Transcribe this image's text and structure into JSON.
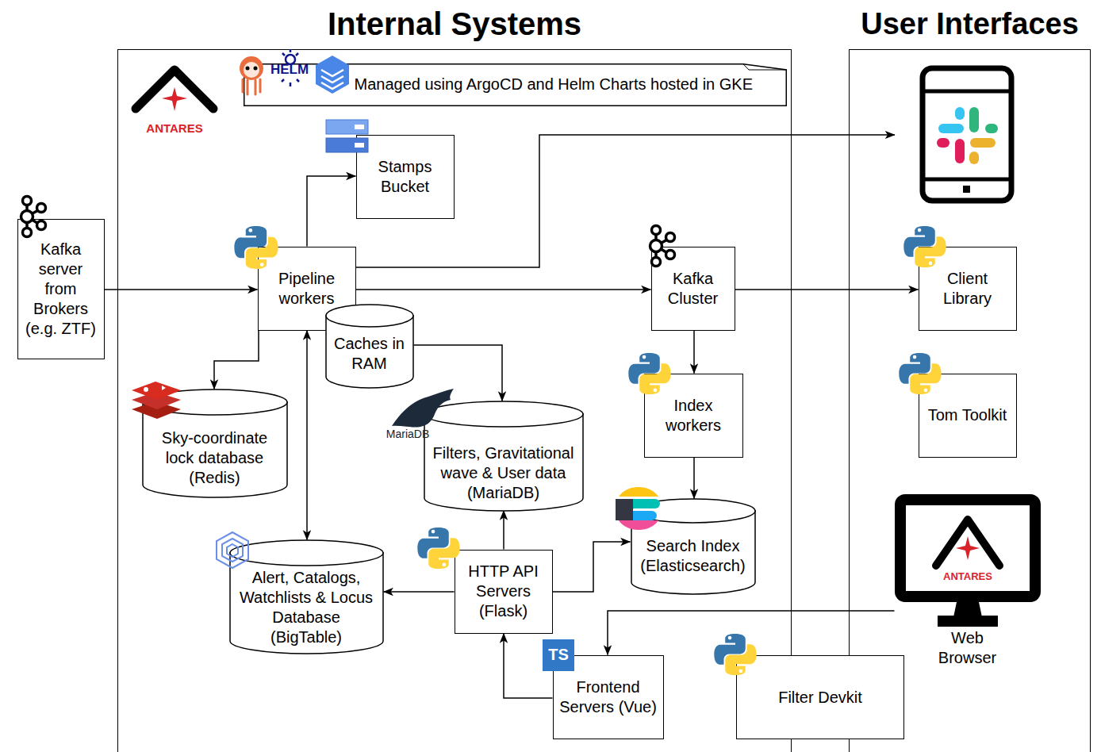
{
  "diagram": {
    "nodes": [
      {
        "text": [
          "Internal Systems"
        ]
      },
      {
        "text": [
          "User Interfaces"
        ]
      },
      {
        "text": [
          "Managed using ArgoCD and Helm Charts hosted in GKE"
        ],
        "in": 0
      },
      {
        "text": [
          "Kafka server from Brokers (e.g. ZTF)"
        ]
      },
      {
        "text": [
          "Stamps Bucket"
        ],
        "in": 0
      },
      {
        "text": [
          "Pipeline workers"
        ],
        "in": 0
      },
      {
        "text": [
          "Caches in RAM"
        ],
        "in": 0
      },
      {
        "text": [
          "Kafka Cluster"
        ],
        "in": 0
      },
      {
        "text": [
          "Sky-coordinate lock database (Redis)"
        ],
        "in": 0
      },
      {
        "text": [
          "Filters, Gravitational wave & User data (MariaDB)"
        ],
        "in": 0
      },
      {
        "text": [
          "Index workers"
        ],
        "in": 0
      },
      {
        "text": [
          "Search Index (Elasticsearch)"
        ],
        "in": 0
      },
      {
        "text": [
          "Alert, Catalogs, Watchlists & Locus Database (BigTable)"
        ],
        "in": 0
      },
      {
        "text": [
          "HTTP API Servers (Flask)"
        ],
        "in": 0
      },
      {
        "text": [
          "Frontend Servers (Vue)"
        ],
        "in": 0
      },
      {
        "text": [
          "Filter Devkit"
        ]
      },
      {
        "text": [
          "Client Library"
        ],
        "in": 1
      },
      {
        "text": [
          "Tom Toolkit"
        ],
        "in": 1
      },
      {
        "text": [
          "Web Browser"
        ],
        "in": 1
      }
    ],
    "edges": [
      {
        "from": 3,
        "to": 5,
        "arrow": "to"
      },
      {
        "from": 5,
        "to": 4,
        "arrow": "to"
      },
      {
        "from": 5,
        "to": 7,
        "arrow": "to"
      },
      {
        "from": 7,
        "to": 16,
        "arrow": "to"
      },
      {
        "from": 7,
        "to": 10,
        "arrow": "to"
      },
      {
        "from": 10,
        "to": 11,
        "arrow": "to"
      },
      {
        "from": 5,
        "to": 8,
        "arrow": "to"
      },
      {
        "from": 5,
        "to": 12,
        "arrow": "both"
      },
      {
        "from": 6,
        "to": 9,
        "arrow": "to"
      },
      {
        "from": 13,
        "to": 9,
        "arrow": "to"
      },
      {
        "from": 13,
        "to": 12,
        "arrow": "to"
      },
      {
        "from": 13,
        "to": 11,
        "arrow": "to"
      },
      {
        "from": 14,
        "to": 13,
        "arrow": "to"
      },
      {
        "from": 18,
        "to": 14,
        "arrow": "to"
      }
    ],
    "labels": [
      "ANTARES",
      "HELM",
      "MariaDB",
      "TS",
      "ANTARES"
    ]
  }
}
